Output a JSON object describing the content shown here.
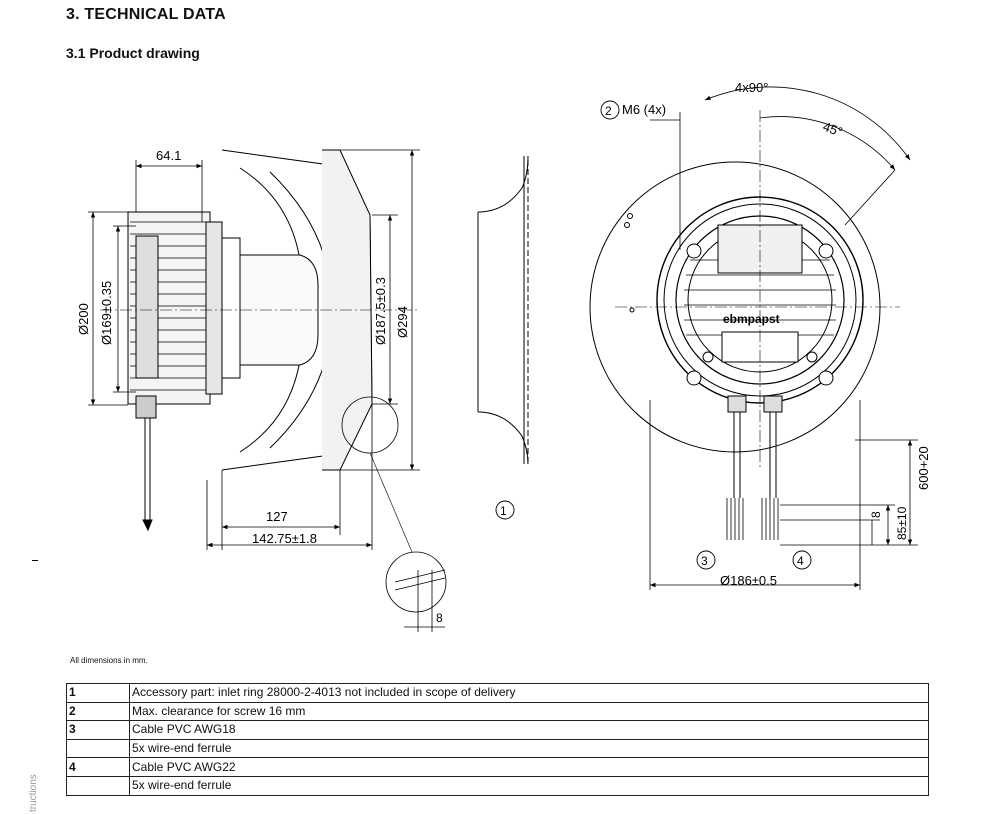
{
  "header": {
    "title": "3. TECHNICAL DATA",
    "subtitle": "3.1 Product drawing"
  },
  "drawing": {
    "dims": {
      "d_64_1": "64.1",
      "d_200": "Ø200",
      "d_169": "Ø169±0.35",
      "d_187_5": "Ø187.5±0.3",
      "d_294": "Ø294",
      "d_127": "127",
      "d_142_75": "142.75±1.8",
      "d_8_detail": "8",
      "d_4x90": "4x90°",
      "d_45": "45°",
      "d_m6": "M6 (4x)",
      "d_186": "Ø186±0.5",
      "d_600": "600+20",
      "d_85": "85±10",
      "d_8_right": "8"
    },
    "callouts": [
      "1",
      "2",
      "3",
      "4"
    ],
    "brand": "ebmpapst"
  },
  "note": "All dimensions in mm.",
  "legend": {
    "rows": [
      {
        "num": "1",
        "text": "Accessory part: inlet ring 28000-2-4013 not included in scope of delivery"
      },
      {
        "num": "2",
        "text": "Max. clearance for screw 16 mm"
      },
      {
        "num": "3",
        "text": "Cable PVC AWG18"
      },
      {
        "num": "",
        "text": "5x wire-end ferrule"
      },
      {
        "num": "4",
        "text": "Cable PVC AWG22"
      },
      {
        "num": "",
        "text": "5x wire-end ferrule"
      }
    ]
  },
  "side_text": "tructions"
}
